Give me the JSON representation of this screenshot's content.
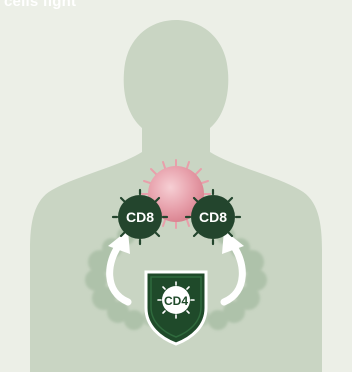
{
  "title": "cells fight",
  "cells": {
    "cd8_left": {
      "label": "CD8"
    },
    "cd8_right": {
      "label": "CD8"
    },
    "cd4": {
      "label": "CD4"
    }
  },
  "colors": {
    "background": "#ecefe7",
    "silhouette": "#c5d3c0",
    "tcell": "#23452d",
    "shield": "#1f4a2a",
    "infected_cell": "#e8a0ab",
    "halo": "#a6bca2",
    "arrow": "#ffffff"
  }
}
